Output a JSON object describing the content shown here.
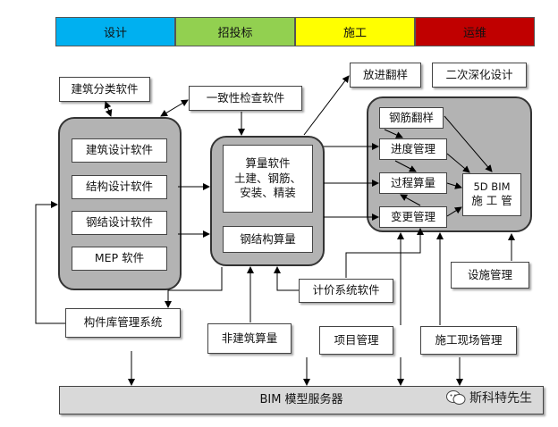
{
  "phases": [
    {
      "label": "设计",
      "color": "#00b0f0"
    },
    {
      "label": "招投标",
      "color": "#92d050"
    },
    {
      "label": "施工",
      "color": "#ffff00"
    },
    {
      "label": "运维",
      "color": "#c00000"
    }
  ],
  "nodes": {
    "classify": "建筑分类软件",
    "consistency": "一致性检查软件",
    "fangjin": "放进翻样",
    "deepen": "二次深化设计",
    "arch_design": "建筑设计软件",
    "struct_design": "结构设计软件",
    "steel_design": "钢结设计软件",
    "mep": "MEP 软件",
    "qty_line1": "算量软件",
    "qty_line2": "土建、钢筋、",
    "qty_line3": "安装、精装",
    "steel_qty": "钢结构算量",
    "rebar": "钢筋翻样",
    "progress": "进度管理",
    "process_qty": "过程算量",
    "change": "变更管理",
    "bim5d_line1": "5D BIM",
    "bim5d_line2": "施 工 管",
    "facility": "设施管理",
    "pricing": "计价系统软件",
    "component_lib": "构件库管理系统",
    "non_building": "非建筑算量",
    "project": "项目管理",
    "site": "施工现场管理",
    "server": "BIM 模型服务器"
  },
  "watermark": "斯科特先生"
}
